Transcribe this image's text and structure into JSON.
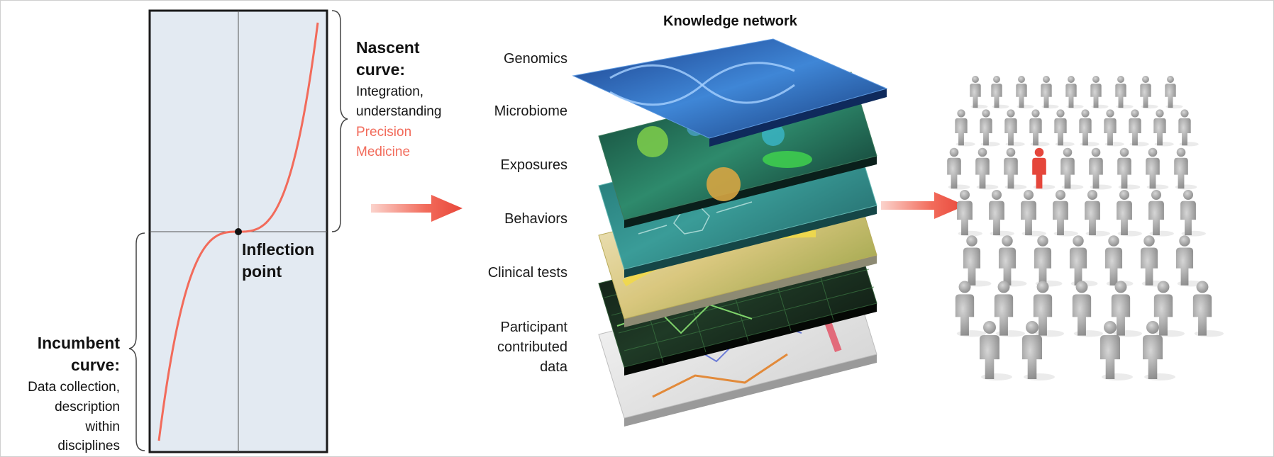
{
  "curve_panel": {
    "nascent_title": "Nascent curve:",
    "nascent_desc": [
      "Integration,",
      "understanding"
    ],
    "nascent_highlight": [
      "Precision",
      "Medicine"
    ],
    "inflection_label": [
      "Inflection",
      "point"
    ],
    "incumbent_title": [
      "Incumbent",
      "curve:"
    ],
    "incumbent_desc": [
      "Data collection,",
      "description",
      "within",
      "disciplines"
    ]
  },
  "network": {
    "title": "Knowledge network",
    "layers": [
      {
        "label": "Genomics",
        "color": "#2f6fc7"
      },
      {
        "label": "Microbiome",
        "color": "#2f8a74"
      },
      {
        "label": "Exposures",
        "color": "#2e8f8a"
      },
      {
        "label": "Behaviors",
        "color": "#d8c98a"
      },
      {
        "label": "Clinical tests",
        "color": "#1d2a22"
      },
      {
        "label": "Participant contributed data",
        "label_lines": [
          "Participant",
          "contributed",
          "data"
        ],
        "color": "#e8e8e8"
      }
    ]
  },
  "colors": {
    "curve": "#f26b5b",
    "highlight_text": "#f26b5b",
    "panel_fill": "#e3eaf2",
    "arrow": "#f26b5b",
    "person": "#a9a9a9",
    "person_highlight": "#e5463b"
  }
}
